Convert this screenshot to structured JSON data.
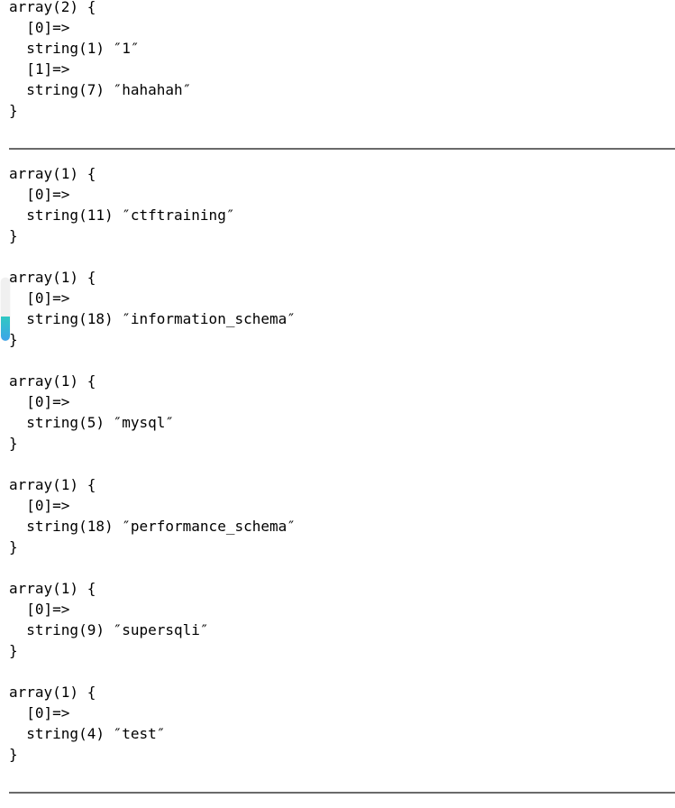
{
  "page": {
    "background": "#ffffff",
    "text_color": "#000000",
    "separator_color": "#6a6a6a"
  },
  "first_section": {
    "dumps": [
      {
        "declaration": "array(2) {",
        "entries": [
          {
            "index": "  [0]=>",
            "value": "  string(1) ″1″"
          },
          {
            "index": "  [1]=>",
            "value": "  string(7) ″hahahah″"
          }
        ],
        "closing": "}"
      }
    ]
  },
  "results_section": {
    "dumps": [
      {
        "declaration": "array(1) {",
        "entries": [
          {
            "index": "  [0]=>",
            "value": "  string(11) ″ctftraining″"
          }
        ],
        "closing": "}"
      },
      {
        "declaration": "array(1) {",
        "entries": [
          {
            "index": "  [0]=>",
            "value": "  string(18) ″information_schema″"
          }
        ],
        "closing": "}"
      },
      {
        "declaration": "array(1) {",
        "entries": [
          {
            "index": "  [0]=>",
            "value": "  string(5) ″mysql″"
          }
        ],
        "closing": "}"
      },
      {
        "declaration": "array(1) {",
        "entries": [
          {
            "index": "  [0]=>",
            "value": "  string(18) ″performance_schema″"
          }
        ],
        "closing": "}"
      },
      {
        "declaration": "array(1) {",
        "entries": [
          {
            "index": "  [0]=>",
            "value": "  string(9) ″supersqli″"
          }
        ],
        "closing": "}"
      },
      {
        "declaration": "array(1) {",
        "entries": [
          {
            "index": "  [0]=>",
            "value": "  string(4) ″test″"
          }
        ],
        "closing": "}"
      }
    ]
  },
  "scroll_indicator": {
    "track_color": "#f0f0f0",
    "thumb_gradient_top": "#2fc8c2",
    "thumb_gradient_bottom": "#3da4ea"
  }
}
